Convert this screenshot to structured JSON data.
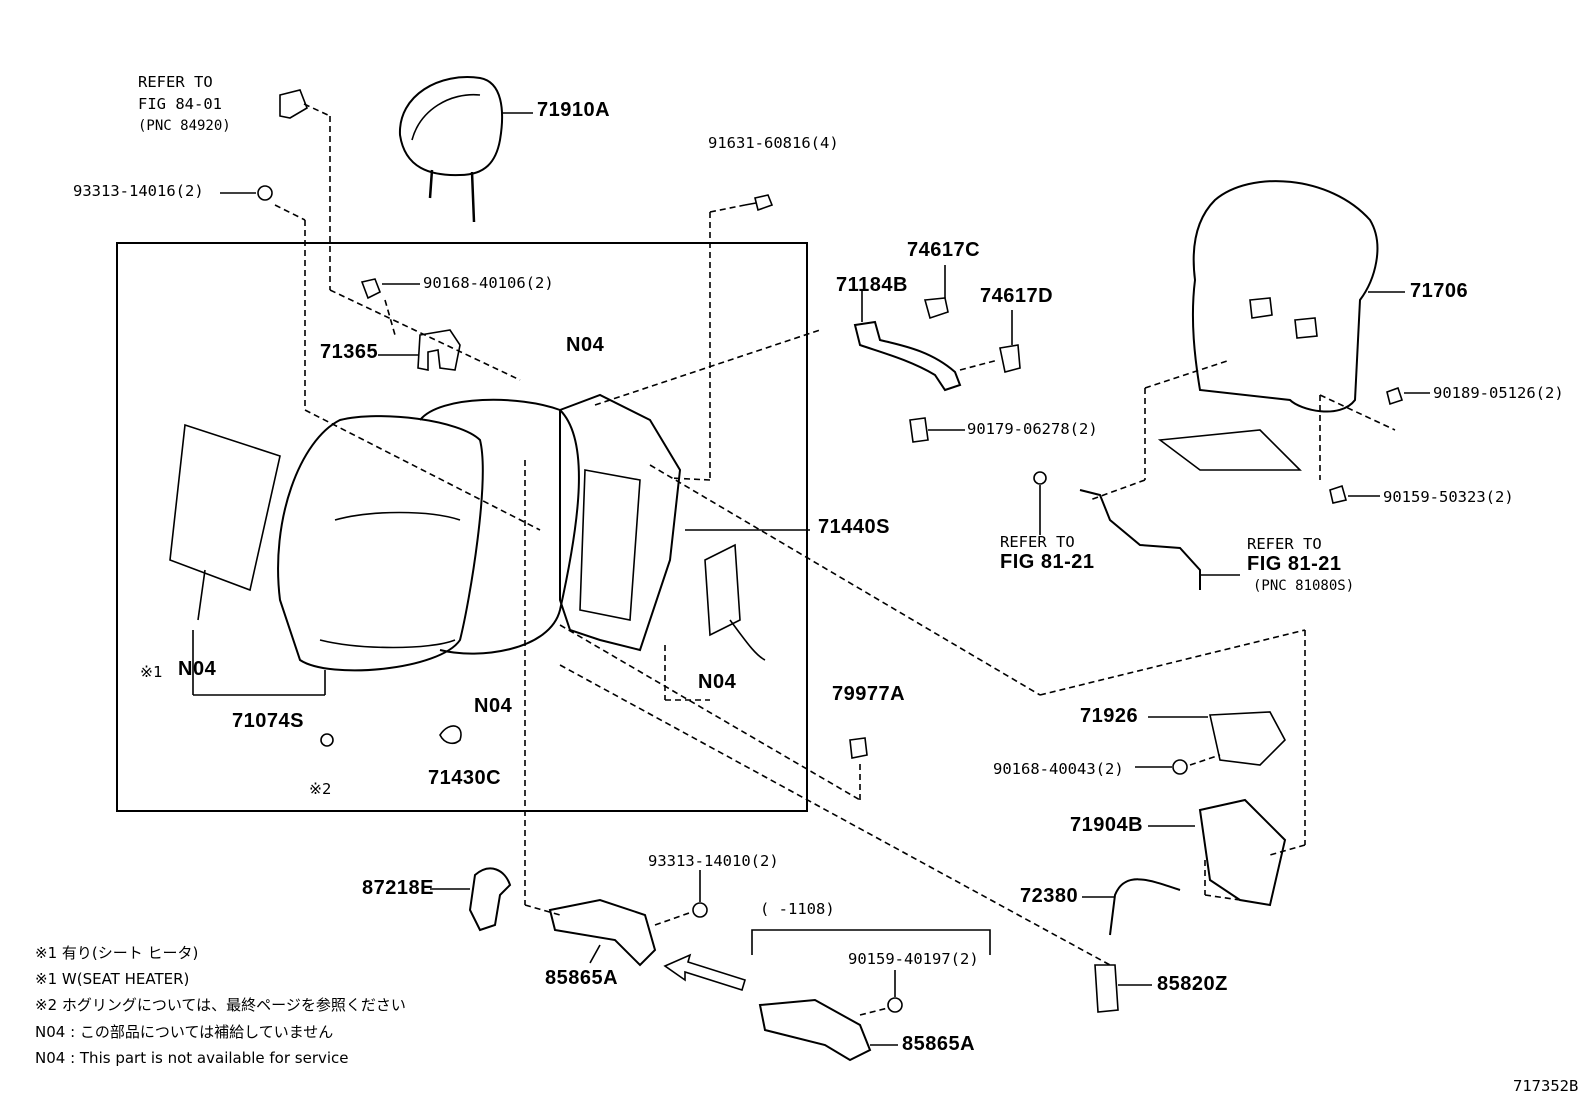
{
  "parts": {
    "p71910A": "71910A",
    "p71706": "71706",
    "p71440S": "71440S",
    "p71184B": "71184B",
    "p74617C": "74617C",
    "p74617D": "74617D",
    "p71365": "71365",
    "p71074S": "71074S",
    "p71430C": "71430C",
    "p79977A": "79977A",
    "p71926": "71926",
    "p71904B": "71904B",
    "p72380": "72380",
    "p85820Z": "85820Z",
    "p87218E": "87218E",
    "p85865A_1": "85865A",
    "p85865A_2": "85865A",
    "n04_top": "N04",
    "n04_left": "N04",
    "n04_mid": "N04",
    "n04_right": "N04"
  },
  "fasteners": {
    "f93313_14016": "93313-14016(2)",
    "f91631_60816": "91631-60816(4)",
    "f90168_40106": "90168-40106(2)",
    "f90179_06278": "90179-06278(2)",
    "f90189_05126": "90189-05126(2)",
    "f90159_50323": "90159-50323(2)",
    "f90168_40043": "90168-40043(2)",
    "f93313_14010": "93313-14010(2)",
    "f90159_40197": "90159-40197(2)"
  },
  "refs": {
    "ref1_line1": "REFER TO",
    "ref1_line2": "FIG 84-01",
    "ref1_line3": "(PNC 84920)",
    "ref2_line1": "REFER TO",
    "ref2_line2": "FIG 81-21",
    "ref3_line1": "REFER TO",
    "ref3_line2": "FIG 81-21",
    "ref3_line3": "(PNC 81080S)"
  },
  "marks": {
    "mark1": "※1",
    "mark2": "※2",
    "date_range": "(     -1108)"
  },
  "notes": {
    "n1": "※1  有り(シート  ヒータ)",
    "n2": "※1  W(SEAT  HEATER)",
    "n3": "※2  ホグリングについては、最終ページを参照ください",
    "n4": "N04 : この部品については補給していません",
    "n5": "N04 : This part is not available for service"
  },
  "figure_id": "717352B"
}
